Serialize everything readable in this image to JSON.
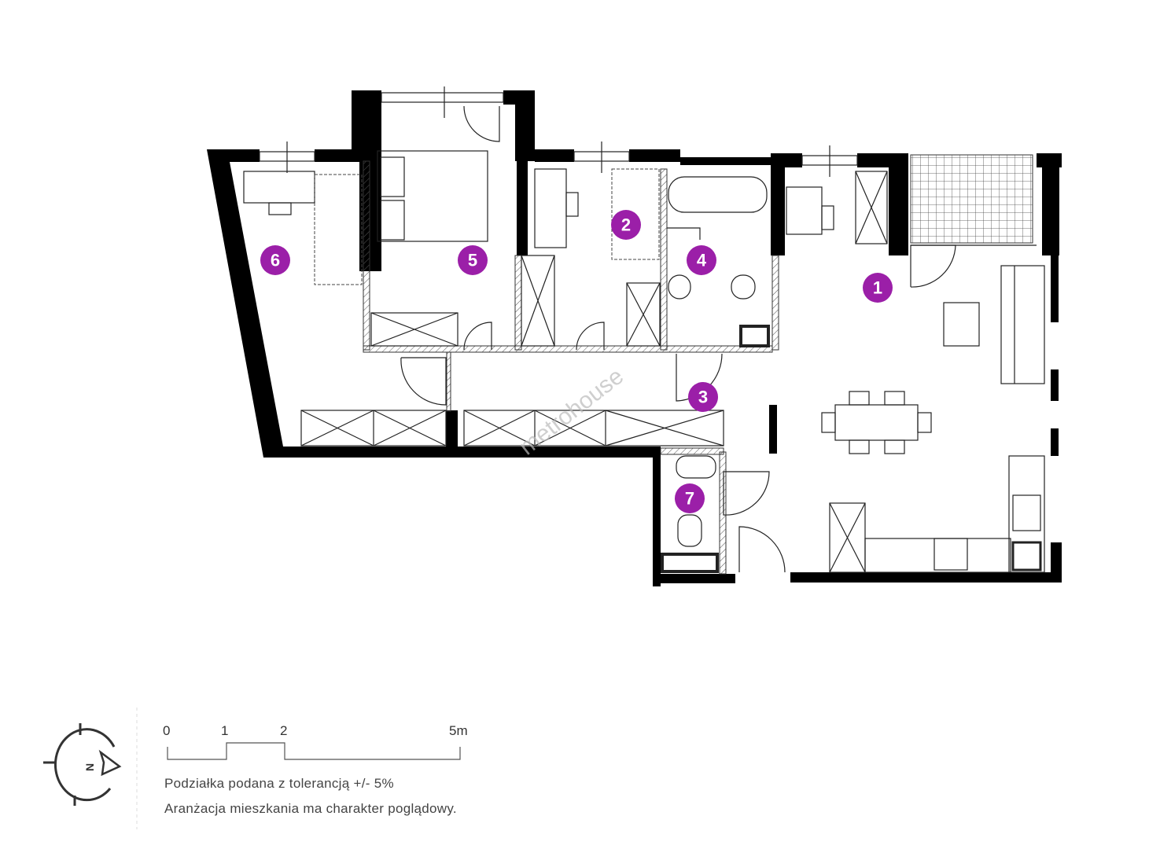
{
  "rooms": [
    {
      "number": "1"
    },
    {
      "number": "2"
    },
    {
      "number": "3"
    },
    {
      "number": "4"
    },
    {
      "number": "5"
    },
    {
      "number": "6"
    },
    {
      "number": "7"
    }
  ],
  "watermark": "metrohouse",
  "compass": {
    "label": "N"
  },
  "scale": {
    "ticks": [
      "0",
      "1",
      "2",
      "5m"
    ]
  },
  "notes": {
    "tolerance": "Podziałka podana z tolerancją +/- 5%",
    "disclaimer": "Aranżacja mieszkania ma charakter poglądowy."
  },
  "colors": {
    "badge": "#9b1fa8",
    "walls": "#000000"
  }
}
